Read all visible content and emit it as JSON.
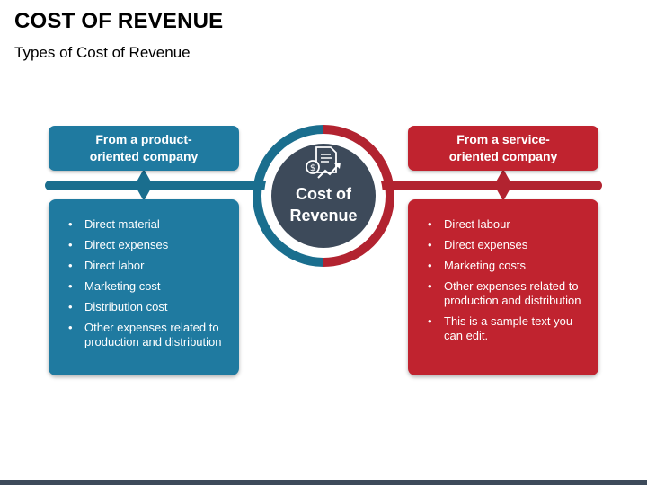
{
  "slide": {
    "title": "COST OF REVENUE",
    "subtitle": "Types of Cost of Revenue"
  },
  "center": {
    "line1": "Cost of",
    "line2": "Revenue",
    "icon": "invoice-dollar-growth-icon"
  },
  "left": {
    "header_line1": "From a product-",
    "header_line2": "oriented company",
    "items": [
      "Direct material",
      "Direct expenses",
      "Direct labor",
      "Marketing cost",
      "Distribution cost",
      "Other expenses related to production and distribution"
    ]
  },
  "right": {
    "header_line1": "From a service-",
    "header_line2": "oriented company",
    "items": [
      "Direct labour",
      "Direct expenses",
      "Marketing costs",
      "Other expenses related to production and distribution",
      "This is a sample text you can edit."
    ]
  },
  "colors": {
    "blue": "#1f7aa0",
    "red": "#c0232f",
    "dark": "#3d4a5a"
  }
}
